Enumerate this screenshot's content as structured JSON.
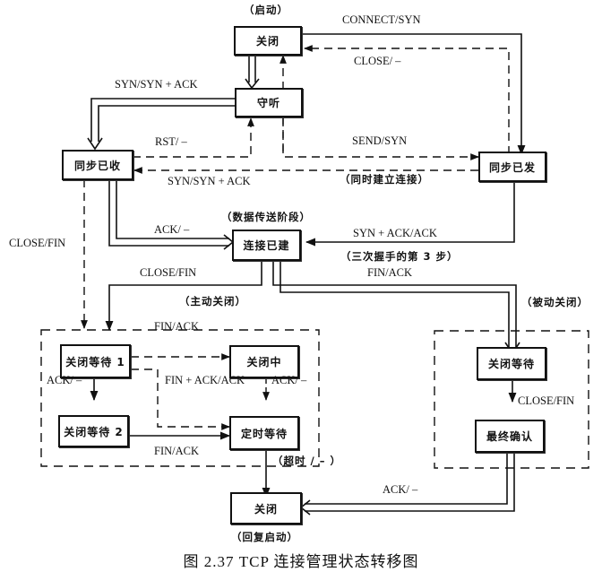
{
  "diagram": {
    "title": "图 2.37   TCP 连接管理状态转移图",
    "states": {
      "closed_start": "关闭",
      "listen": "守听",
      "syn_rcvd": "同步已收",
      "syn_sent": "同步已发",
      "established": "连接已建",
      "fin_wait_1": "关闭等待 1",
      "fin_wait_2": "关闭等待 2",
      "closing": "关闭中",
      "time_wait": "定时等待",
      "close_wait": "关闭等待",
      "last_ack": "最终确认",
      "closed_end": "关闭"
    },
    "annotations": {
      "start": "（启动）",
      "data_transfer": "（数据传送阶段）",
      "simultaneous_open": "（同时建立连接）",
      "handshake_step3": "（三次握手的第 3 步）",
      "active_close": "（主动关闭）",
      "passive_close": "（被动关闭）",
      "timeout": "（超时 / – ）",
      "restart": "（回复启动）"
    },
    "transitions": {
      "connect_syn": "CONNECT/SYN",
      "close_none_top": "CLOSE/ –",
      "syn_synack_listen": "SYN/SYN + ACK",
      "rst_none": "RST/ –",
      "send_syn": "SEND/SYN",
      "syn_synack_simul": "SYN/SYN + ACK",
      "close_fin_left": "CLOSE/FIN",
      "ack_none_est": "ACK/ –",
      "synack_ack": "SYN + ACK/ACK",
      "close_fin_est": "CLOSE/FIN",
      "fin_ack_est": "FIN/ACK",
      "fin_ack_fw1": "FIN/ACK",
      "ack_none_fw1": "ACK/ –",
      "finack_ack": "FIN + ACK/ACK",
      "ack_none_closing": "ACK/ –",
      "fin_ack_fw2": "FIN/ACK",
      "close_fin_cw": "CLOSE/FIN",
      "ack_none_lastack": "ACK/ –"
    }
  }
}
